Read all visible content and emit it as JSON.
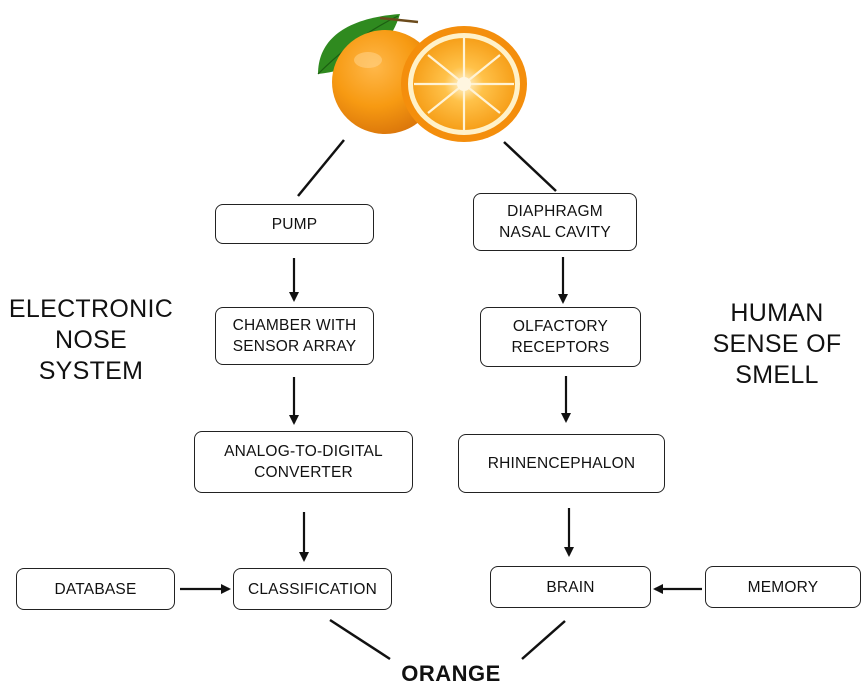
{
  "image": {
    "icon": "orange-fruit-icon"
  },
  "left_system": {
    "title": "ELECTRONIC\nNOSE\nSYSTEM",
    "steps": [
      "PUMP",
      "CHAMBER WITH\nSENSOR ARRAY",
      "ANALOG-TO-DIGITAL\nCONVERTER",
      "CLASSIFICATION"
    ],
    "side_input": "DATABASE"
  },
  "right_system": {
    "title": "HUMAN\nSENSE OF\nSMELL",
    "steps": [
      "DIAPHRAGM\nNASAL CAVITY",
      "OLFACTORY\nRECEPTORS",
      "RHINENCEPHALON",
      "BRAIN"
    ],
    "side_input": "MEMORY"
  },
  "output": "ORANGE"
}
